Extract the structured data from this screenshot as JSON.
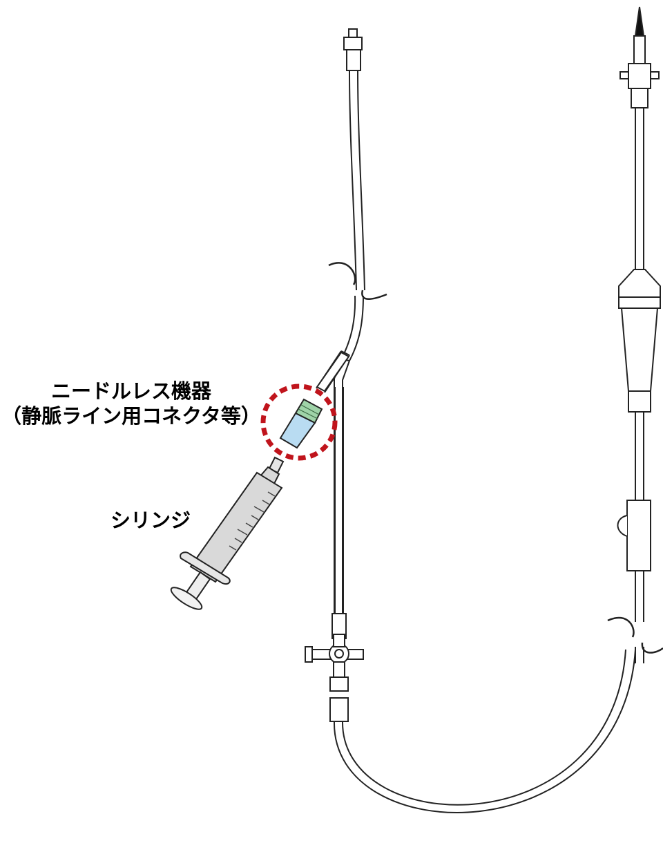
{
  "labels": {
    "needleless_device": "ニードルレス機器",
    "needleless_device_note": "（静脈ライン用コネクタ等）",
    "syringe": "シリンジ"
  },
  "colors": {
    "outline": "#222222",
    "tube_fill": "#ffffff",
    "syringe_barrel": "#d9d9d9",
    "connector_green": "#9fd3a8",
    "connector_blue": "#b9dcf2",
    "highlight_circle": "#c0141c",
    "spike_tip": "#111111"
  }
}
